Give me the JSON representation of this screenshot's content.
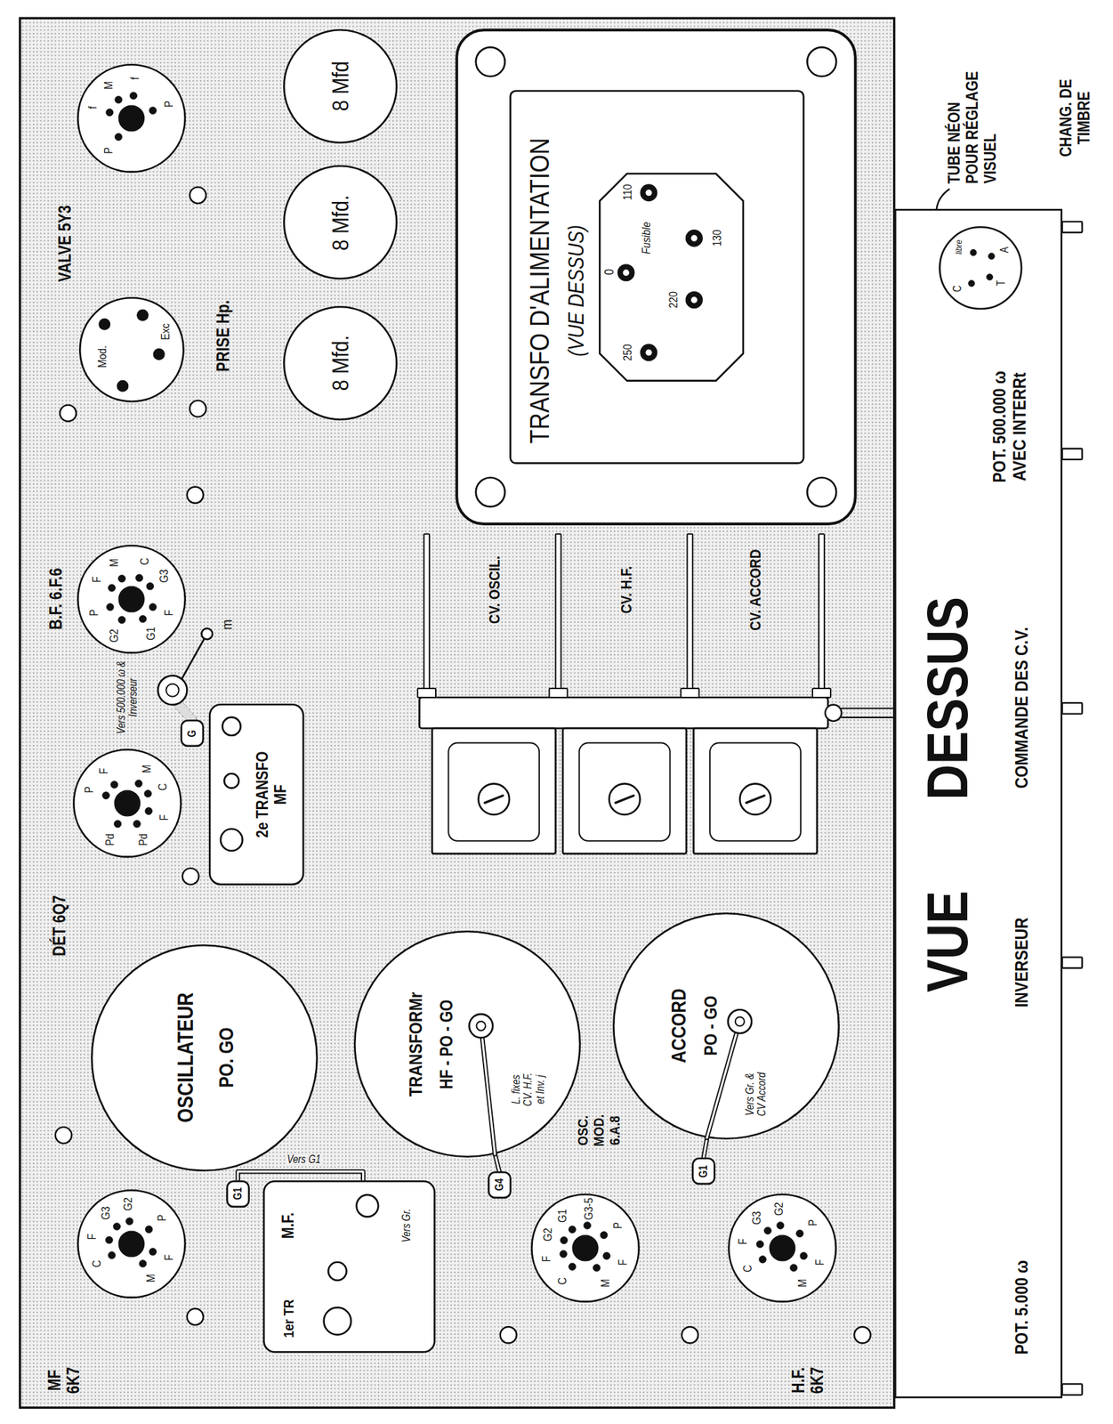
{
  "diagram": {
    "nodes": [
      {
        "text": [
          "VALVE 5Y3"
        ]
      },
      {
        "text": [
          "PRISE Hp."
        ]
      },
      {
        "text": [
          "B.F. 6.F.6"
        ]
      },
      {
        "text": [
          "DÉT 6Q7"
        ]
      },
      {
        "text": [
          "MF 6K7"
        ]
      },
      {
        "text": [
          "OSC. MOD. 6.A.8"
        ]
      },
      {
        "text": [
          "H.F. 6K7"
        ]
      },
      {
        "text": [
          "8 Mfd"
        ]
      },
      {
        "text": [
          "8 Mfd."
        ]
      },
      {
        "text": [
          "8 Mfd."
        ]
      },
      {
        "text": [
          "TRANSFO D'ALIMENTATION",
          "(VUE DESSUS)"
        ]
      },
      {
        "text": [
          "Fusible"
        ],
        "in": 10
      },
      {
        "text": [
          "2e TRANSFO MF"
        ]
      },
      {
        "text": [
          "CV. OSCIL."
        ]
      },
      {
        "text": [
          "CV. H.F."
        ]
      },
      {
        "text": [
          "CV. ACCORD"
        ]
      },
      {
        "text": [
          "OSCILLATEUR",
          "PO. GO"
        ]
      },
      {
        "text": [
          "TRANSFORMr",
          "HF - PO - GO"
        ]
      },
      {
        "text": [
          "ACCORD",
          "PO - GO"
        ]
      },
      {
        "text": [
          "1er TR",
          "M.F.",
          "Vers Gr."
        ]
      },
      {
        "text": [
          "VUE DESSUS",
          "POT. 5.000 ω",
          "INVERSEUR",
          "COMMANDE DES C.V.",
          "POT. 500.000 ω AVEC INTERRt"
        ]
      },
      {
        "text": [
          "TUBE NÉON POUR RÉGLAGE VISUEL"
        ],
        "in": 20
      },
      {
        "text": [
          "G1"
        ]
      },
      {
        "text": [
          "G4"
        ]
      },
      {
        "text": [
          "G1"
        ]
      },
      {
        "text": [
          "G"
        ]
      }
    ],
    "edges": [
      {
        "from": 19,
        "to": 22,
        "arrow": "none",
        "label": "Vers G1"
      },
      {
        "from": 17,
        "to": 23,
        "arrow": "none",
        "label": "L. fixes CV. H.F. et Inv. j"
      },
      {
        "from": 18,
        "to": 24,
        "arrow": "none",
        "label": "Vers Gr. & CV Accord"
      }
    ],
    "labels": [
      "f",
      "M",
      "f",
      "P",
      "P",
      "F",
      "M",
      "C",
      "G3",
      "F",
      "G1",
      "G2",
      "P",
      "P",
      "F",
      "M",
      "C",
      "F",
      "Pd",
      "Pd",
      "F",
      "G3",
      "G2",
      "P",
      "F",
      "M",
      "C",
      "F",
      "G2",
      "G1",
      "G3-5",
      "P",
      "F",
      "M",
      "C",
      "F",
      "G3",
      "G2",
      "P",
      "F",
      "M",
      "C",
      "Mod.",
      "Exc",
      "0",
      "110",
      "130",
      "220",
      "250",
      "m",
      "Vers 500.000 ω & Inverseur",
      "CHANG. DE TIMBRE",
      "C",
      "libre",
      "T",
      "A"
    ]
  }
}
